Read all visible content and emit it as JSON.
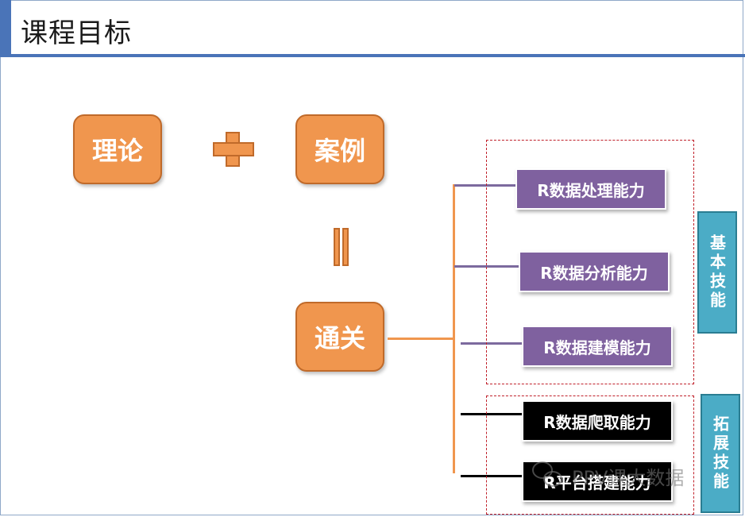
{
  "title": "课程目标",
  "boxes": {
    "theory": "理论",
    "cases": "案例",
    "pass": "通关"
  },
  "skills": {
    "basic": [
      "R数据处理能力",
      "R数据分析能力",
      "R数据建模能力"
    ],
    "extended": [
      "R数据爬取能力",
      "R平台搭建能力"
    ]
  },
  "groups": {
    "basic": "基本技能",
    "extended": "拓展技能"
  },
  "watermark": "PPV课大数据",
  "colors": {
    "orange": "#f0964e",
    "purple": "#7f619f",
    "teal": "#4bacc6",
    "accent": "#4a74b8"
  }
}
